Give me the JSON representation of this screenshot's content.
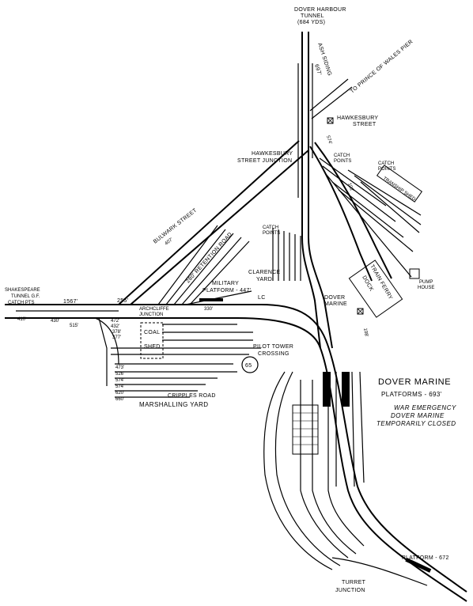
{
  "labels": {
    "harbour_tunnel": "DOVER HARBOUR",
    "harbour_tunnel_2": "TUNNEL",
    "harbour_tunnel_3": "(684 YDS)",
    "ash_siding": "ASH SIDING",
    "dist_697": "697'",
    "prince_of_wales": "TO PRINCE OF WALES PIER",
    "hawkesbury_street": "HAWKESBURY",
    "hawkesbury_street_2": "STREET",
    "hawkesbury_jn": "HAWKESBURY",
    "hawkesbury_jn_2": "STREET JUNCTION",
    "dist_574": "574'",
    "catch_points_upper": "CATCH",
    "catch_points_upper_2": "POINTS",
    "catch_points_right": "CATCH",
    "catch_points_right_2": "POINTS",
    "tranship_shed": "TRANSHIP SHED",
    "bulwark_street": "BULWARK STREET",
    "dist_407": "407'",
    "retention_road": "280' RETENTION ROAD",
    "catch_points_mid": "CATCH",
    "catch_points_mid_2": "POINTS",
    "clarence_yard": "CLARENCE",
    "clarence_yard_2": "YARD",
    "train_ferry_dock": "TRAIN FERRY",
    "train_ferry_dock_2": "DOCK",
    "pump_house": "PUMP",
    "pump_house_2": "HOUSE",
    "shakespeare_tunnel": "SHAKESPEARE",
    "shakespeare_tunnel_2": "TUNNEL G.F.",
    "catch_pts": "CATCH PTS",
    "dist_1567": "1567'",
    "dist_255": "255'",
    "archcliffe_jn": "ARCHCLIFFE",
    "archcliffe_jn_2": "JUNCTION",
    "military_platform": "MILITARY",
    "military_platform_2": "PLATFORM - 447'",
    "dist_330": "330'",
    "lc": "LC",
    "dover_marine_box": "DOVER",
    "dover_marine_box_2": "MARINE",
    "dist_472": "472'",
    "dist_432": "432'",
    "dist_378": "378'",
    "dist_377": "377'",
    "dist_430": "430'",
    "dist_515": "515'",
    "dist_410": "410'",
    "coal_shed": "COAL",
    "coal_shed_2": "SHED",
    "pilot_tower": "PILOT TOWER",
    "pilot_tower_2": "CROSSING",
    "speed_65": "65",
    "dist_473": "473'",
    "dist_526": "526'",
    "dist_574b": "574'",
    "dist_574c": "574'",
    "dist_620": "620'",
    "dist_660": "660'",
    "cripples_road": "CRIPPLES ROAD",
    "marshalling_yard": "MARSHALLING YARD",
    "dover_marine": "DOVER MARINE",
    "platforms": "PLATFORMS - 693'",
    "war_emergency": "WAR EMERGENCY",
    "war_emergency_2": "DOVER MARINE",
    "war_emergency_3": "TEMPORARILY CLOSED",
    "platform_672": "PLATFORM - 672",
    "turret_jn": "TURRET",
    "turret_jn_2": "JUNCTION",
    "dist_108": "108'",
    "dist_102": "102'"
  }
}
